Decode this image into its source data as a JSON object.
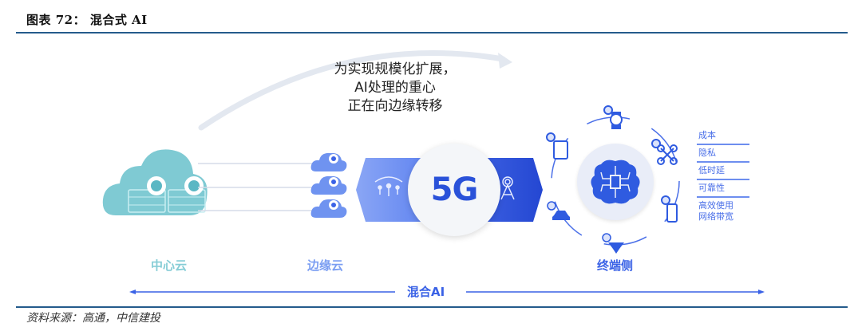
{
  "figure": {
    "title": "图表 72： 混合式 AI",
    "source": "资料来源：高通，中信建投"
  },
  "diagram": {
    "headline": [
      "为实现规模化扩展，",
      "AI处理的重心",
      "正在向边缘转移"
    ],
    "tiers": {
      "center_cloud": "中心云",
      "edge_cloud": "边缘云",
      "device_side": "终端侧"
    },
    "network_badge": "5G",
    "hybrid_label": "混合AI",
    "benefits": [
      "成本",
      "隐私",
      "低时延",
      "可靠性",
      "高效使用\n网络带宽"
    ],
    "device_icons": [
      "watch-icon",
      "drone-icon",
      "phone-icon",
      "xr-headset-icon",
      "car-icon",
      "tablet-icon"
    ],
    "colors": {
      "center_cloud": "#7fcad3",
      "edge_cloud": "#6f93f0",
      "network_band_left": "#7a98f3",
      "network_band_right": "#2a4fd8",
      "device_accent": "#2f5be0",
      "header_rule": "#245b8c"
    }
  }
}
